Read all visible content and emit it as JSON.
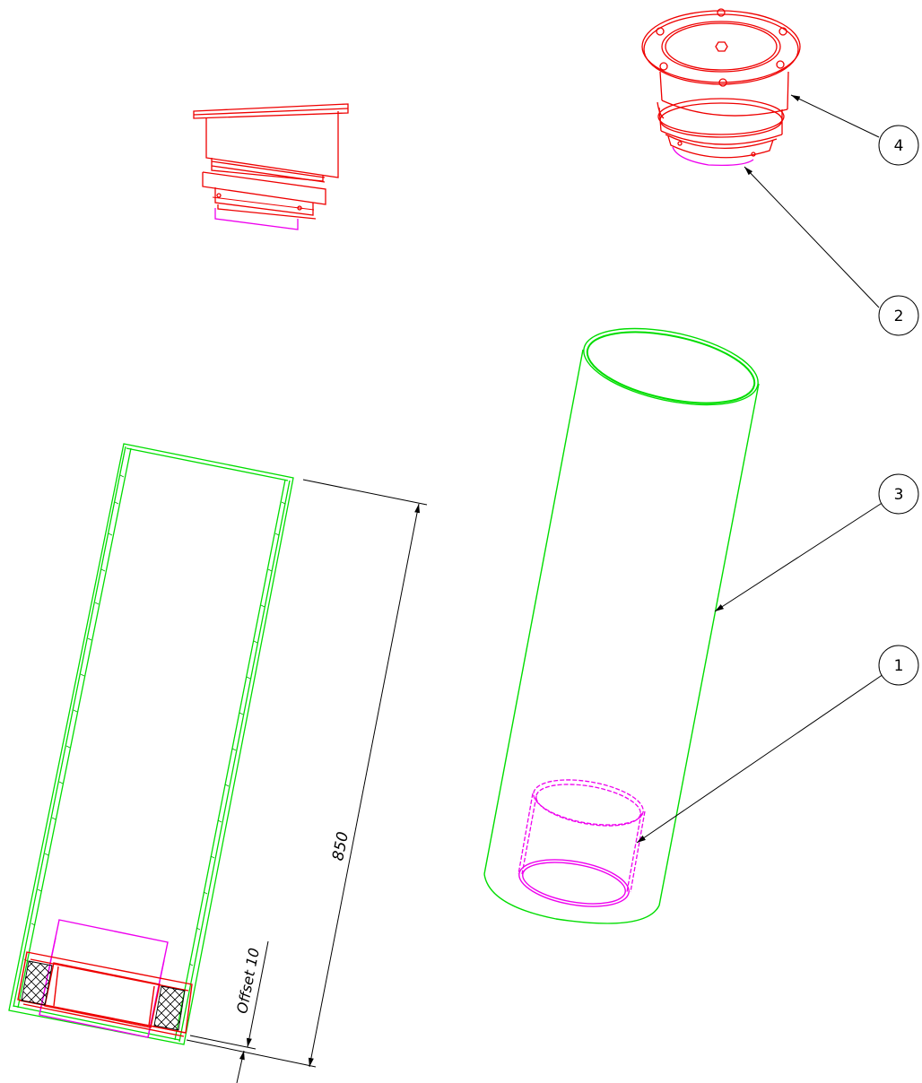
{
  "balloons": {
    "b1": "1",
    "b2": "2",
    "b3": "3",
    "b4": "4"
  },
  "dimensions": {
    "length": "850",
    "offset": "Offset 10"
  },
  "colors": {
    "tube": "#00dd00",
    "cap": "#ee0000",
    "insert": "#ee00ee",
    "annotation": "#000000"
  }
}
